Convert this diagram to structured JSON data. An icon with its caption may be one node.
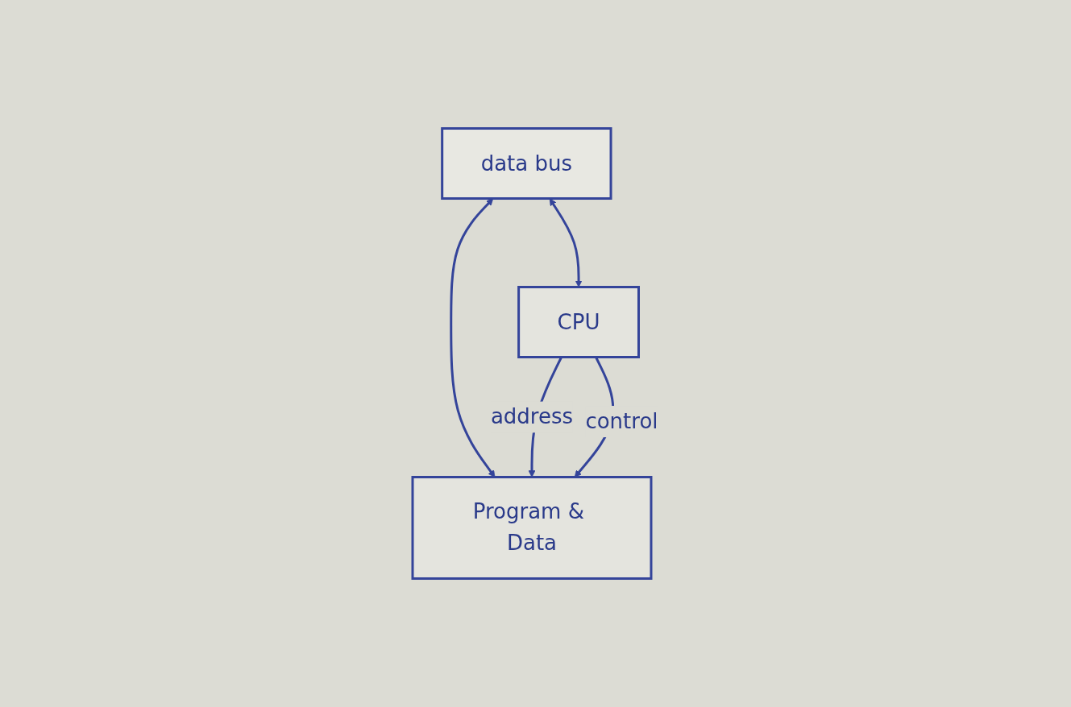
{
  "diagram": {
    "nodes": [
      {
        "text": [
          "data bus"
        ]
      },
      {
        "text": [
          "Program & Data"
        ]
      },
      {
        "text": [
          "CPU"
        ]
      }
    ],
    "edges": [
      {
        "from": 0,
        "to": 1,
        "arrow": "both"
      },
      {
        "from": 0,
        "to": 2,
        "arrow": "both"
      },
      {
        "from": 2,
        "to": 1,
        "label": "address",
        "arrow": "to"
      },
      {
        "from": 2,
        "to": 1,
        "label": "control",
        "arrow": "to"
      }
    ]
  }
}
